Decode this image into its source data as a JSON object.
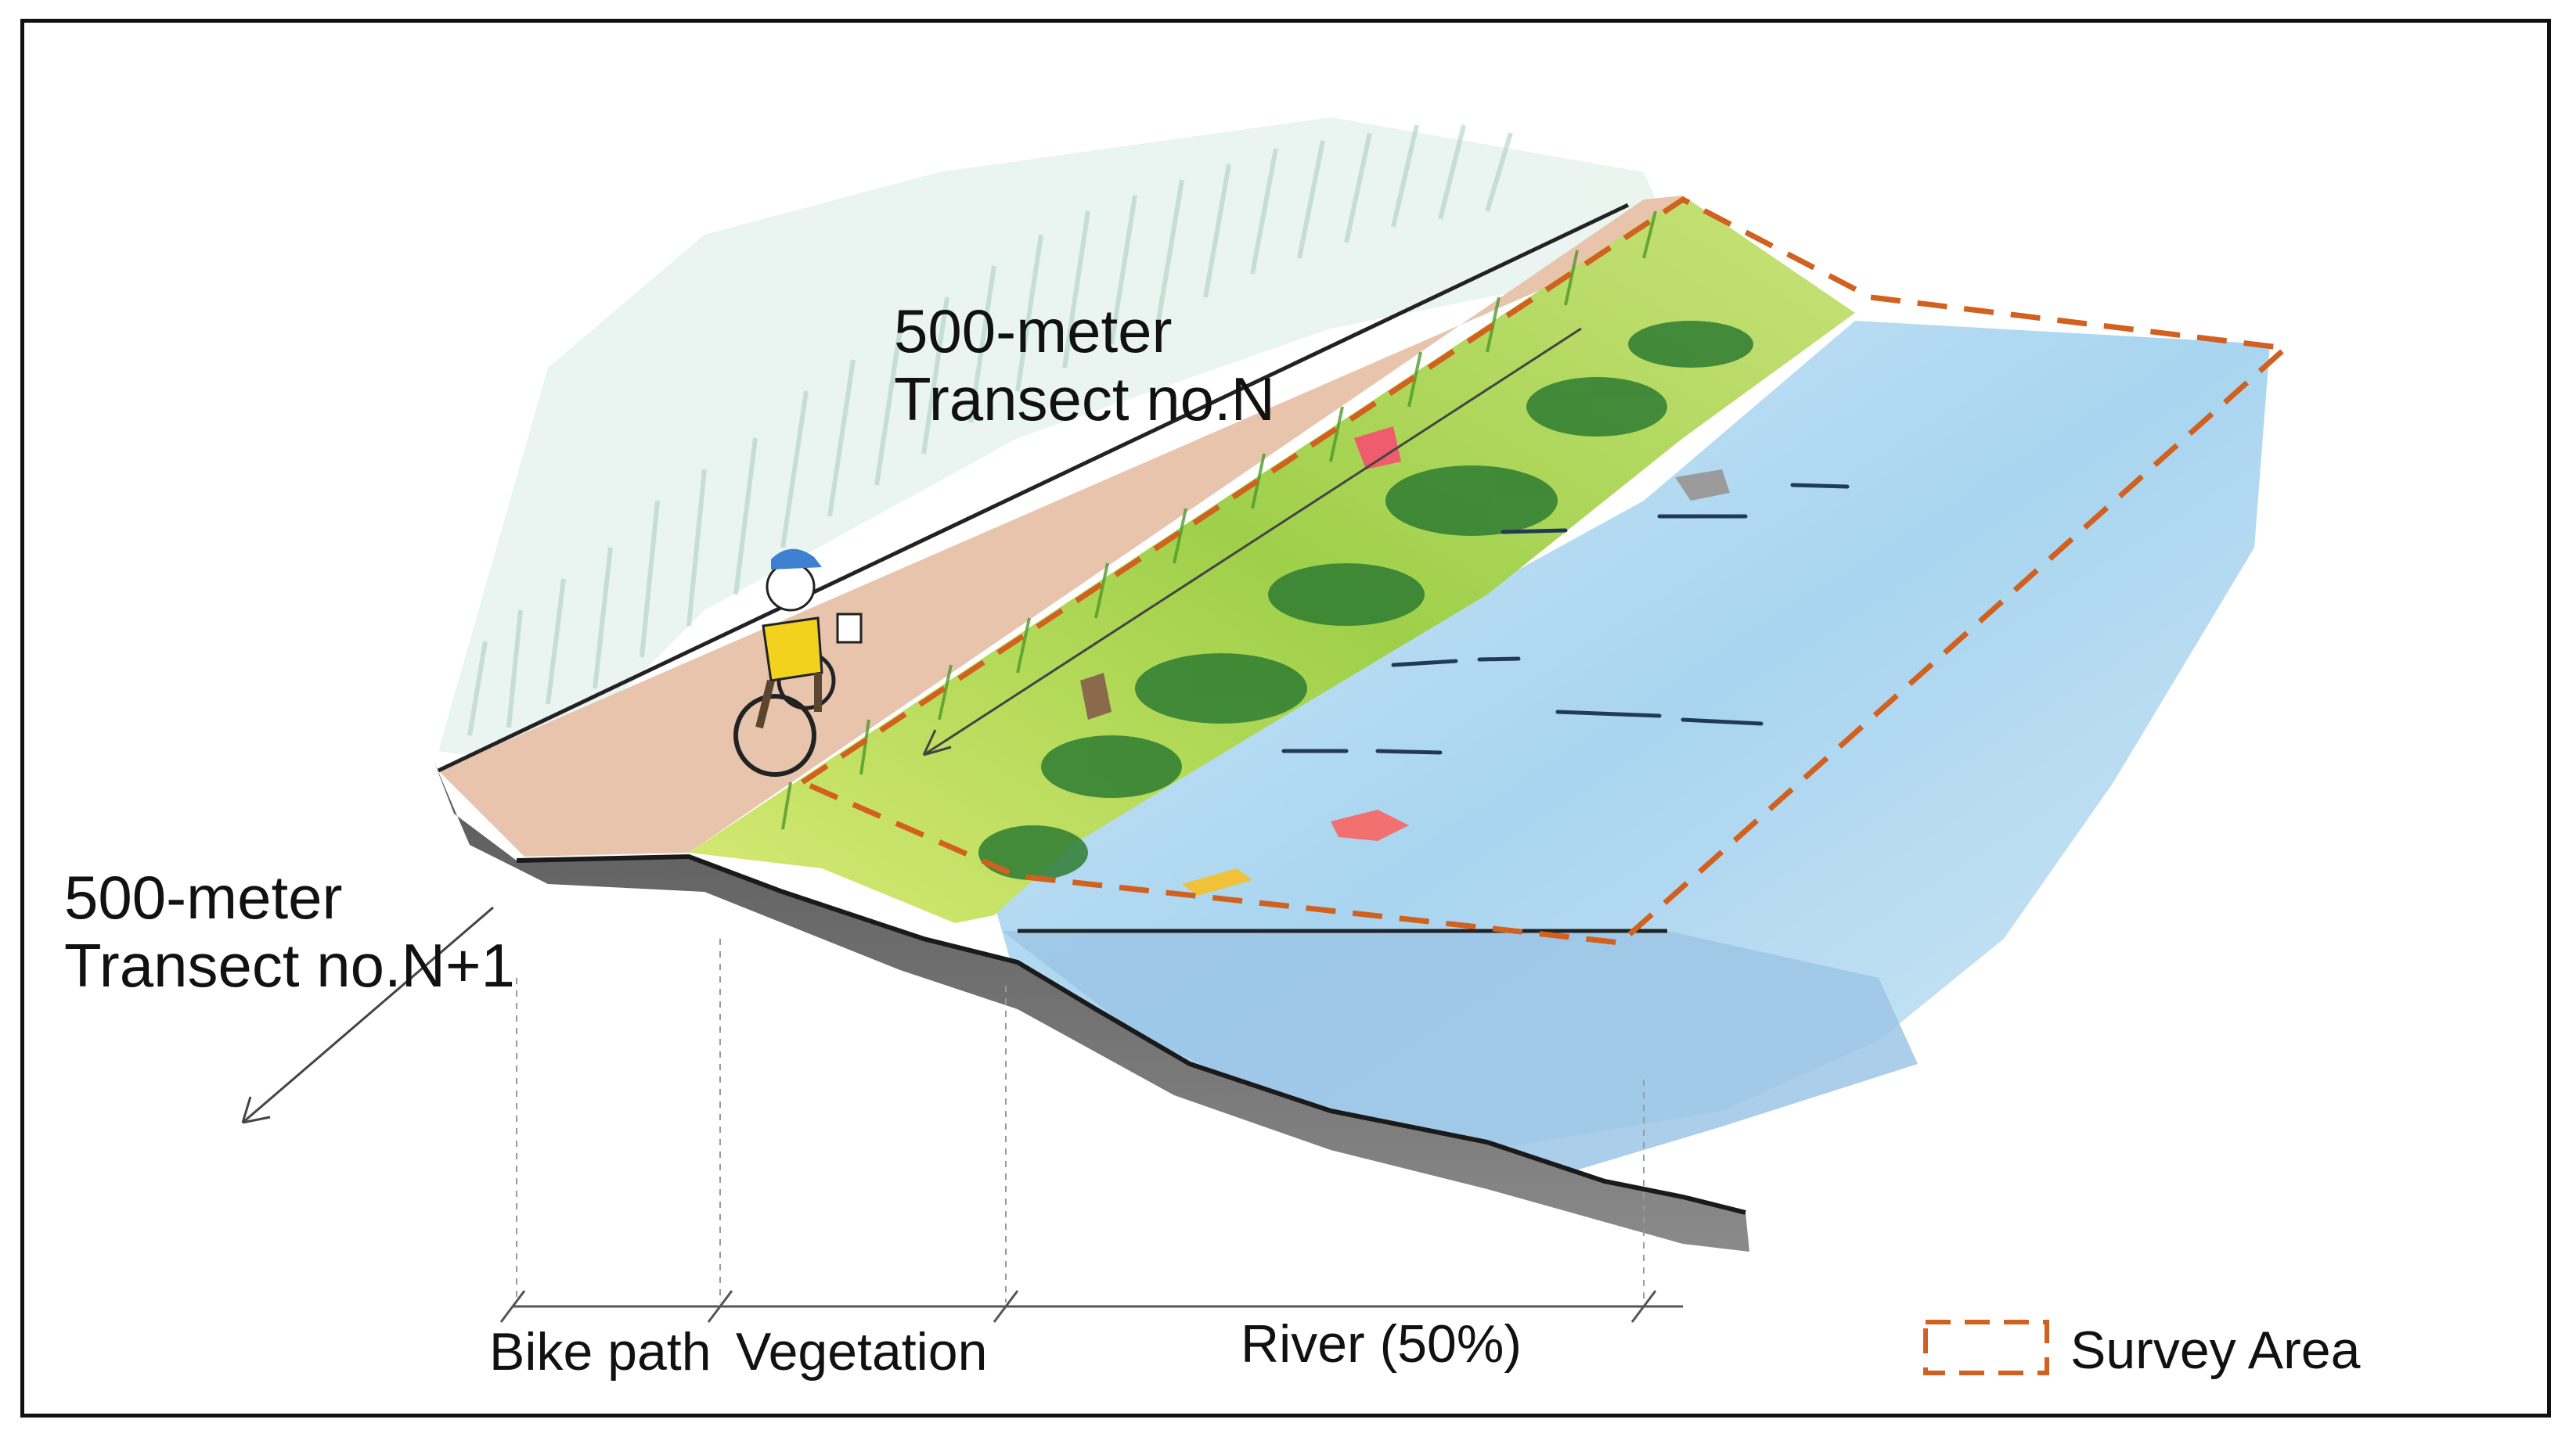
{
  "labels": {
    "transect_n_line1": "500-meter",
    "transect_n_line2": "Transect no.N",
    "transect_n1_line1": "500-meter",
    "transect_n1_line2": "Transect no.N+1",
    "bike_path": "Bike path",
    "vegetation": "Vegetation",
    "river": "River (50%)",
    "legend_survey_area": "Survey Area"
  },
  "colors": {
    "survey_outline": "#d2601f",
    "bike_path": "#e9c6b0",
    "vegetation_light": "#c9e46a",
    "vegetation_dark": "#2f8a2f",
    "river": "#a9d3ee",
    "ground": "#6b6b6b",
    "sky_grass": "#9cc9b4",
    "cyclist_shirt": "#f3d21e",
    "cyclist_cap": "#3d7fd0"
  },
  "icons": {
    "cyclist": "person-on-bicycle-icon",
    "litter": "plastic-litter-icon"
  }
}
